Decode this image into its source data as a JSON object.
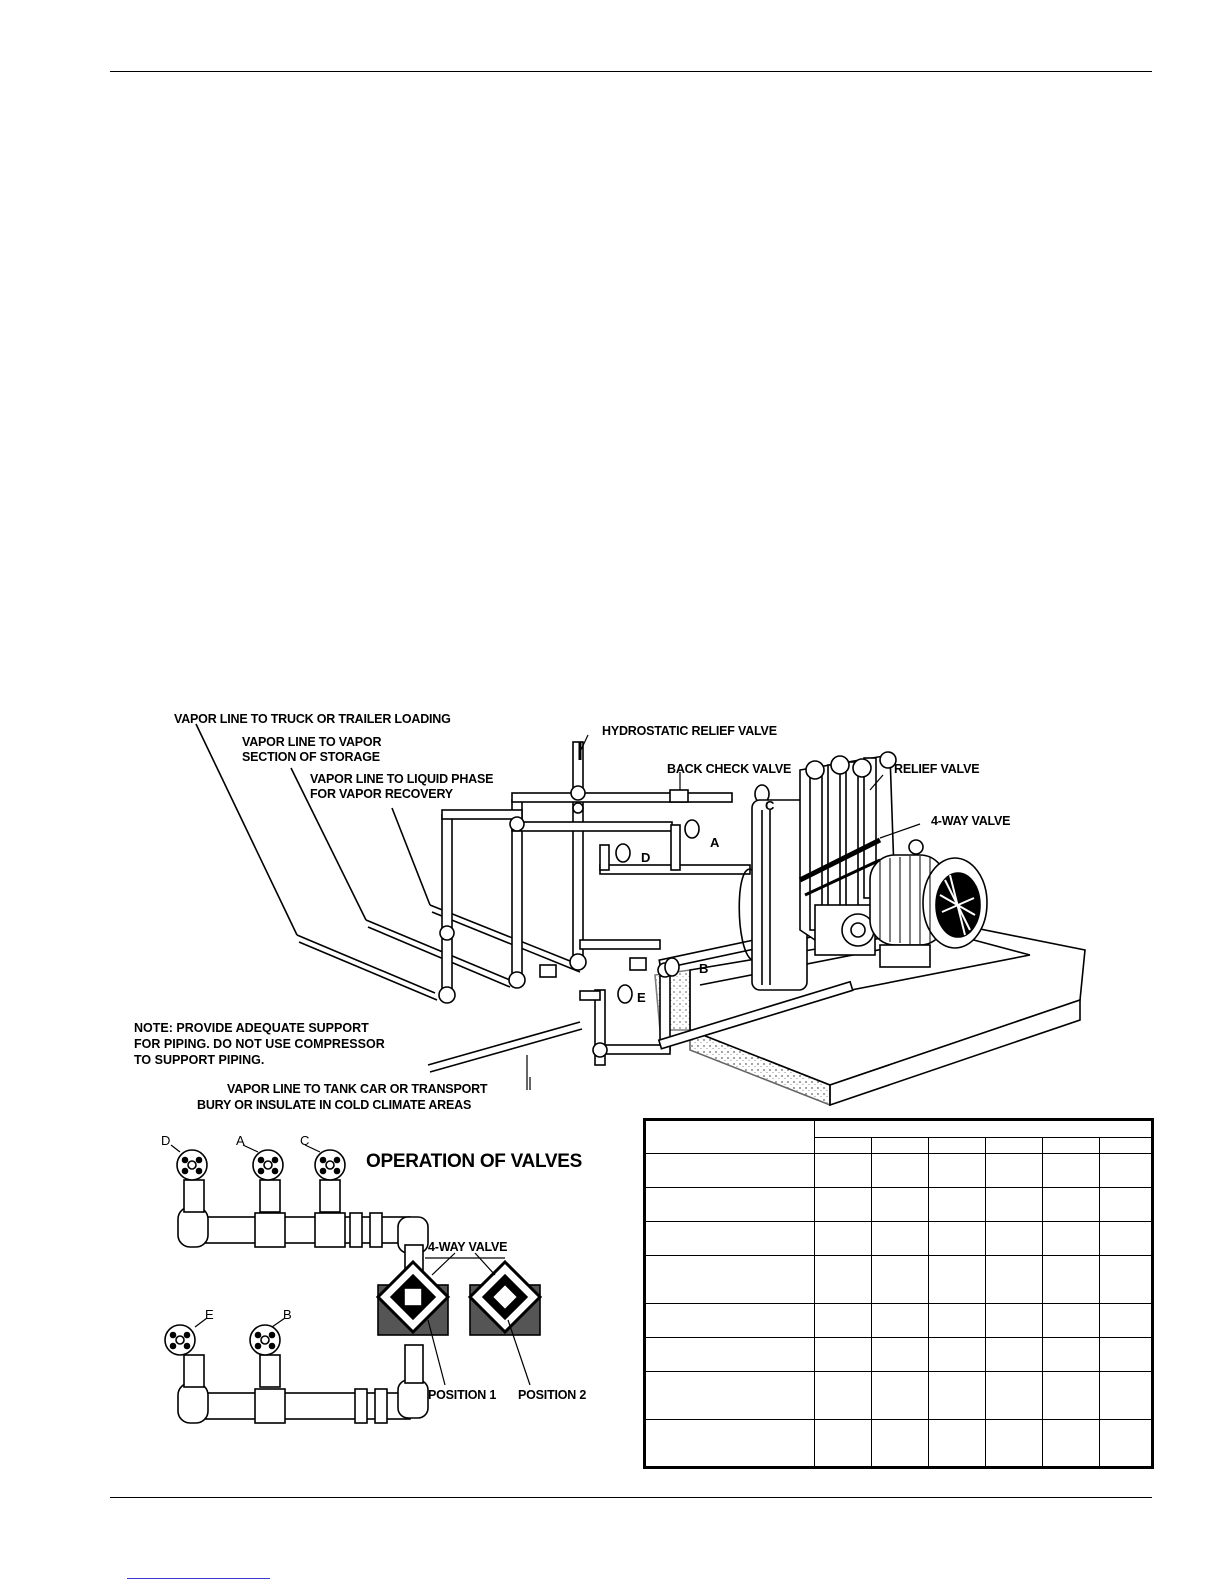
{
  "figure_labels": {
    "truck_loading": "VAPOR LINE TO TRUCK OR TRAILER LOADING",
    "vapor_storage_1": "VAPOR LINE TO VAPOR",
    "vapor_storage_2": "SECTION OF STORAGE",
    "liquid_phase_1": "VAPOR LINE TO LIQUID PHASE",
    "liquid_phase_2": "FOR VAPOR RECOVERY",
    "hydrostatic": "HYDROSTATIC RELIEF VALVE",
    "back_check": "BACK CHECK VALVE",
    "relief": "RELIEF VALVE",
    "four_way": "4-WAY VALVE",
    "note_1": "NOTE: PROVIDE ADEQUATE SUPPORT",
    "note_2": "FOR PIPING. DO NOT USE COMPRESSOR",
    "note_3": "TO SUPPORT PIPING.",
    "tank_car_1": "VAPOR LINE TO TANK CAR OR TRANSPORT",
    "tank_car_2": "BURY OR INSULATE IN COLD CLIMATE AREAS",
    "letters": {
      "a": "A",
      "b": "B",
      "c": "C",
      "d": "D",
      "e": "E"
    }
  },
  "operation": {
    "title": "OPERATION OF VALVES",
    "four_way": "4-WAY VALVE",
    "position_1": "POSITION 1",
    "position_2": "POSITION 2",
    "letters": {
      "d": "D",
      "a": "A",
      "c": "C",
      "e": "E",
      "b": "B"
    }
  },
  "valve_table": {
    "rows": 8,
    "cols": 6
  }
}
